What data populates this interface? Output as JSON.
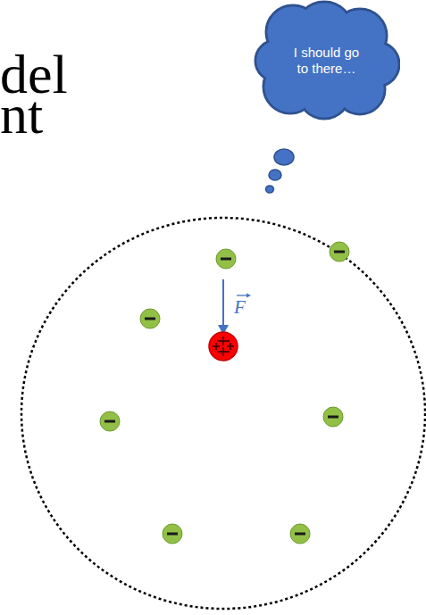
{
  "diagram": {
    "nodes": [
      {
        "text": [
          "I should go to there…"
        ]
      }
    ],
    "labels": [
      "del",
      "nt",
      "F"
    ]
  }
}
